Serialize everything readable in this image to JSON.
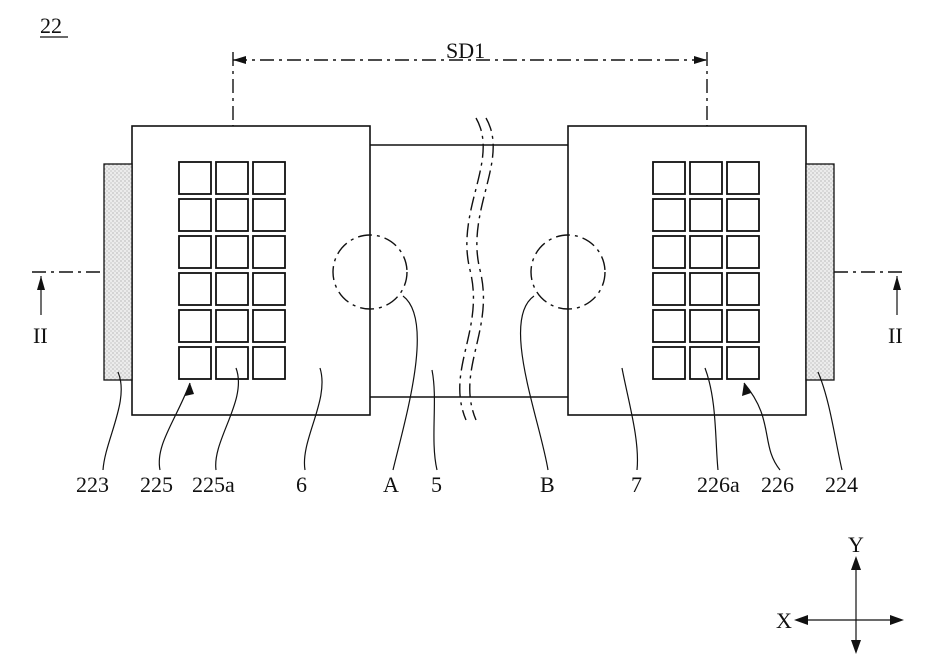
{
  "figure_number": "22",
  "dimension_label": "SD1",
  "section_labels": {
    "left": "II",
    "right": "II"
  },
  "reference_labels": {
    "l223": "223",
    "l225": "225",
    "l225a": "225a",
    "l6": "6",
    "lA": "A",
    "l5": "5",
    "lB": "B",
    "l7": "7",
    "l226a": "226a",
    "l226": "226",
    "l224": "224"
  },
  "axes": {
    "y": "Y",
    "x": "X"
  },
  "grid": {
    "rows": 6,
    "cols": 3
  }
}
